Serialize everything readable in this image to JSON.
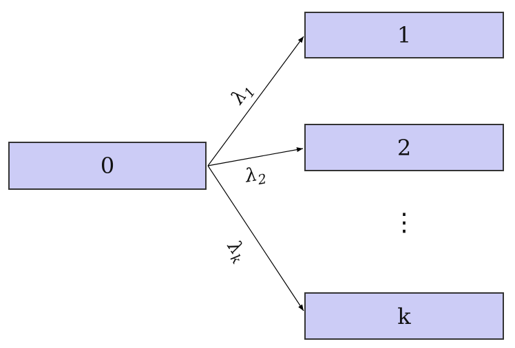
{
  "diagram": {
    "type": "state-transition-diagram",
    "nodes": [
      {
        "id": "0",
        "label": "0"
      },
      {
        "id": "1",
        "label": "1"
      },
      {
        "id": "2",
        "label": "2"
      },
      {
        "id": "k",
        "label": "k"
      }
    ],
    "ellipsis": "⋮",
    "edges": [
      {
        "from": "0",
        "to": "1",
        "label_base": "λ",
        "label_sub": "1"
      },
      {
        "from": "0",
        "to": "2",
        "label_base": "λ",
        "label_sub": "2"
      },
      {
        "from": "0",
        "to": "k",
        "label_base": "λ",
        "label_sub": "k"
      }
    ],
    "colors": {
      "node_fill": "#ccccf6",
      "node_border": "#333333",
      "arrow": "#000000",
      "background": "#ffffff",
      "text": "#111111"
    }
  }
}
